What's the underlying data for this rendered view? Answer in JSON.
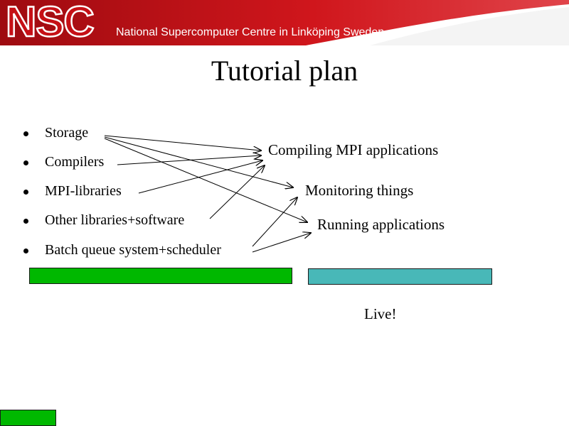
{
  "header": {
    "logo": "NSC",
    "org_name": "National Supercomputer Centre in Linköping Sweden",
    "colors": {
      "red": "#c61016",
      "dark_red": "#8a0a0f",
      "white": "#ffffff"
    }
  },
  "slide": {
    "title": "Tutorial plan",
    "bullets": [
      "Storage",
      "Compilers",
      "MPI-libraries",
      "Other libraries+software",
      "Batch queue system+scheduler"
    ],
    "topics": [
      "Compiling MPI applications",
      "Monitoring things",
      "Running applications"
    ],
    "arrows": [
      {
        "from": "Storage",
        "to": "Compiling MPI applications"
      },
      {
        "from": "Storage",
        "to": "Monitoring things"
      },
      {
        "from": "Storage",
        "to": "Running applications"
      },
      {
        "from": "Compilers",
        "to": "Compiling MPI applications"
      },
      {
        "from": "MPI-libraries",
        "to": "Compiling MPI applications"
      },
      {
        "from": "Other libraries+software",
        "to": "Compiling MPI applications"
      },
      {
        "from": "Batch queue system+scheduler",
        "to": "Monitoring things"
      },
      {
        "from": "Batch queue system+scheduler",
        "to": "Running applications"
      }
    ],
    "live_label": "Live!",
    "colors": {
      "green_bar": "#00b800",
      "teal_bar": "#48b8b8",
      "corner_bar": "#00b800"
    }
  }
}
